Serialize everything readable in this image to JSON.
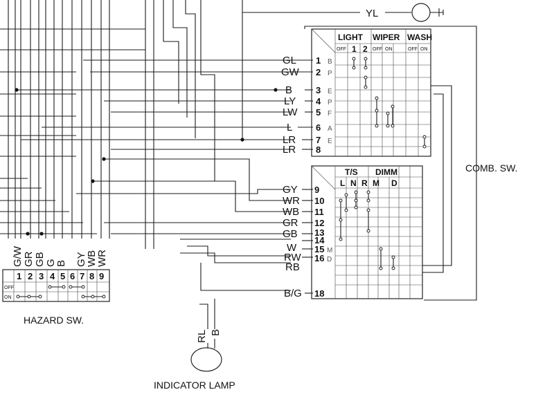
{
  "top_wire": {
    "label": "YL"
  },
  "comb_switch": {
    "title": "COMB. SW.",
    "upper_headers": [
      "LIGHT",
      "WIPER",
      "WASH"
    ],
    "upper_subheaders": [
      "OFF",
      "1",
      "2",
      "OFF",
      "ON",
      "OFF",
      "ON"
    ],
    "upper_rows": [
      {
        "wire": "GL",
        "pin": "1",
        "sub": "B"
      },
      {
        "wire": "GW",
        "pin": "2",
        "sub": "P"
      },
      {
        "wire": "B",
        "pin": "3",
        "sub": "E"
      },
      {
        "wire": "LY",
        "pin": "4",
        "sub": "P"
      },
      {
        "wire": "LW",
        "pin": "5",
        "sub": "F"
      },
      {
        "wire": "L",
        "pin": "6",
        "sub": "A"
      },
      {
        "wire": "LR",
        "pin": "7",
        "sub": "E"
      },
      {
        "wire": "LR",
        "pin": "8",
        "sub": ""
      }
    ],
    "lower_headers": [
      "T/S",
      "DIMM"
    ],
    "lower_subheaders": [
      "L",
      "N",
      "R",
      "M",
      "D"
    ],
    "lower_rows": [
      {
        "wire": "GY",
        "pin": "9",
        "sub": ""
      },
      {
        "wire": "WR",
        "pin": "10",
        "sub": ""
      },
      {
        "wire": "WB",
        "pin": "11",
        "sub": ""
      },
      {
        "wire": "GR",
        "pin": "12",
        "sub": ""
      },
      {
        "wire": "GB",
        "pin": "13",
        "sub": ""
      },
      {
        "wire": "",
        "pin": "14",
        "sub": ""
      },
      {
        "wire": "W",
        "pin": "15",
        "sub": "M"
      },
      {
        "wire": "RW",
        "pin": "16",
        "sub": "D"
      },
      {
        "wire": "RB",
        "pin": "",
        "sub": ""
      }
    ],
    "bottom_row": {
      "wire": "B/G",
      "pin": "18"
    }
  },
  "hazard_switch": {
    "title": "HAZARD SW.",
    "wire_labels": [
      "G/W",
      "GR",
      "GB",
      "G",
      "B",
      "GY",
      "WB",
      "WR"
    ],
    "numbers": [
      "1",
      "2",
      "3",
      "4",
      "5",
      "6",
      "7",
      "8",
      "9"
    ],
    "row_labels": [
      "OFF",
      "ON"
    ]
  },
  "indicator_lamp": {
    "title": "INDICATOR LAMP",
    "wire_labels": [
      "RL",
      "B"
    ]
  }
}
